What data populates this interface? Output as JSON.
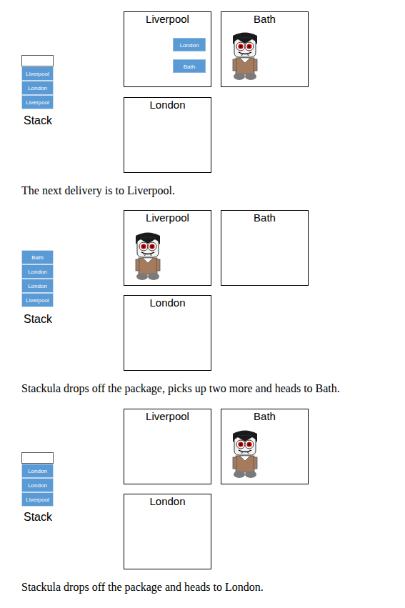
{
  "diagram": {
    "nodes": [
      {
        "text": [
          "Liverpool"
        ]
      },
      {
        "text": [
          "London"
        ],
        "in": 0
      },
      {
        "text": [
          "Bath"
        ],
        "in": 0
      },
      {
        "text": [
          "Bath"
        ]
      },
      {
        "text": [
          "London"
        ]
      },
      {
        "text": [
          "Liverpool"
        ]
      },
      {
        "text": [
          "London"
        ]
      },
      {
        "text": [
          "Liverpool"
        ]
      },
      {
        "text": [
          "Liverpool"
        ]
      },
      {
        "text": [
          "Bath"
        ]
      },
      {
        "text": [
          "London"
        ]
      },
      {
        "text": [
          "Bath"
        ]
      },
      {
        "text": [
          "London"
        ]
      },
      {
        "text": [
          "London"
        ]
      },
      {
        "text": [
          "Liverpool"
        ]
      },
      {
        "text": [
          "Liverpool"
        ]
      },
      {
        "text": [
          "Bath"
        ]
      },
      {
        "text": [
          "London"
        ]
      },
      {
        "text": [
          "London"
        ]
      },
      {
        "text": [
          "London"
        ]
      },
      {
        "text": [
          "Liverpool"
        ]
      }
    ],
    "labels": [
      "Stack",
      "The next delivery is to Liverpool.",
      "Stack",
      "Stackula drops off the package, picks up two more and heads to Bath.",
      "Stack",
      "Stackula drops off the package and heads to London."
    ]
  }
}
